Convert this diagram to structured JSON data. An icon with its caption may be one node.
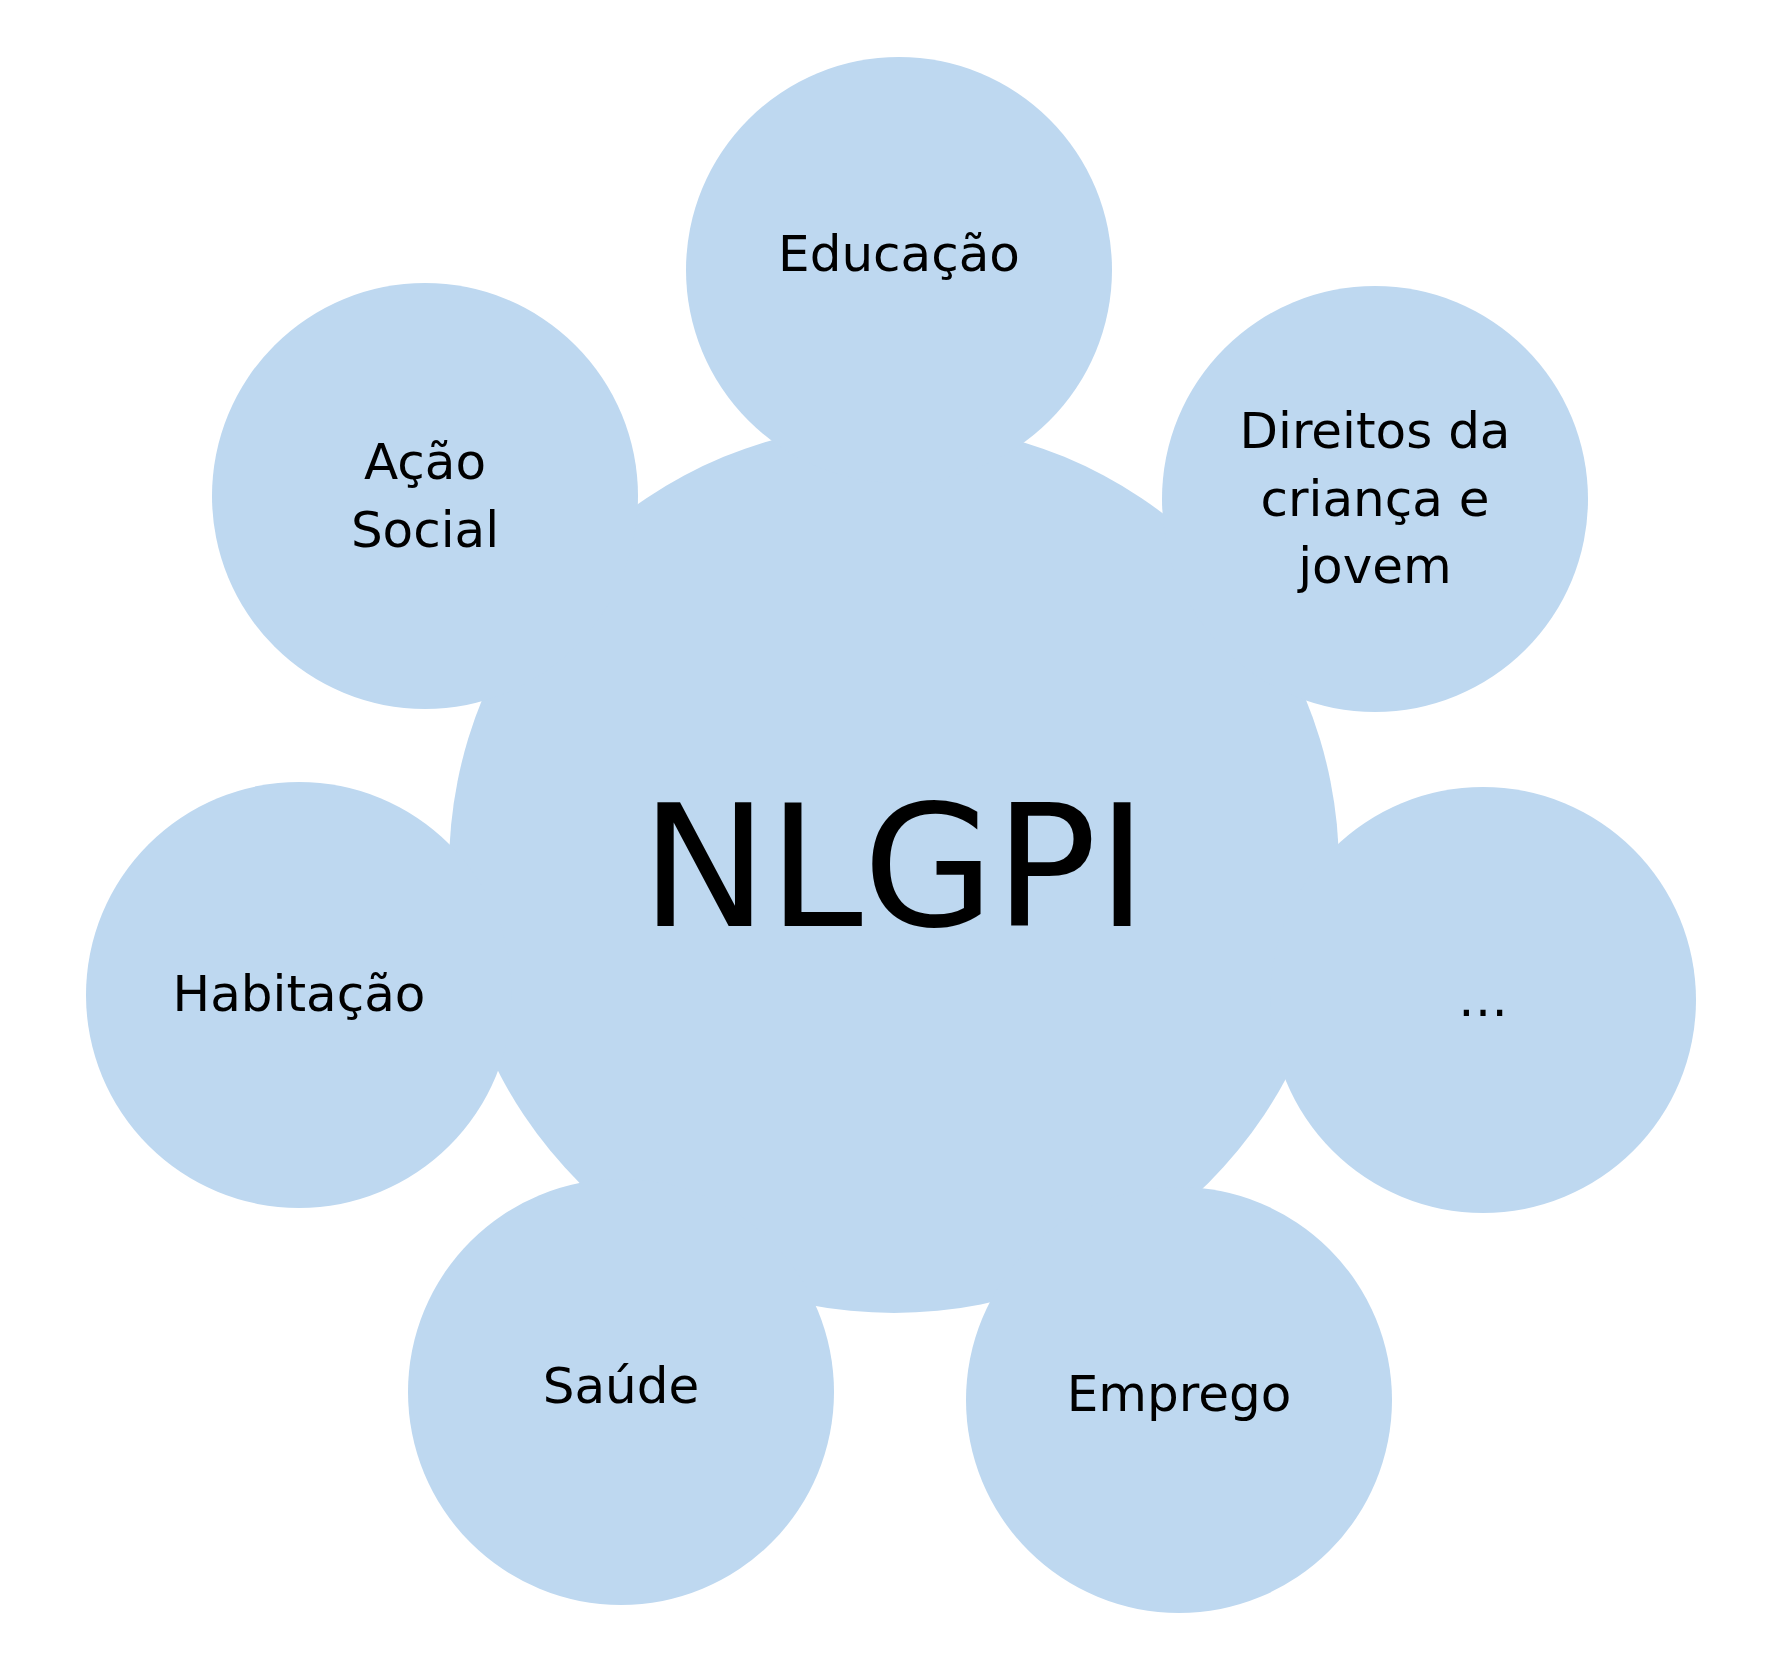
{
  "diagram": {
    "nodes": [
      {
        "text": [
          "NLGPI"
        ]
      },
      {
        "text": [
          "Educação"
        ]
      },
      {
        "text": [
          "Direitos da criança e jovem"
        ]
      },
      {
        "text": [
          "…"
        ]
      },
      {
        "text": [
          "Emprego"
        ]
      },
      {
        "text": [
          "Saúde"
        ]
      },
      {
        "text": [
          "Habitação"
        ]
      },
      {
        "text": [
          "Ação Social"
        ]
      }
    ]
  }
}
